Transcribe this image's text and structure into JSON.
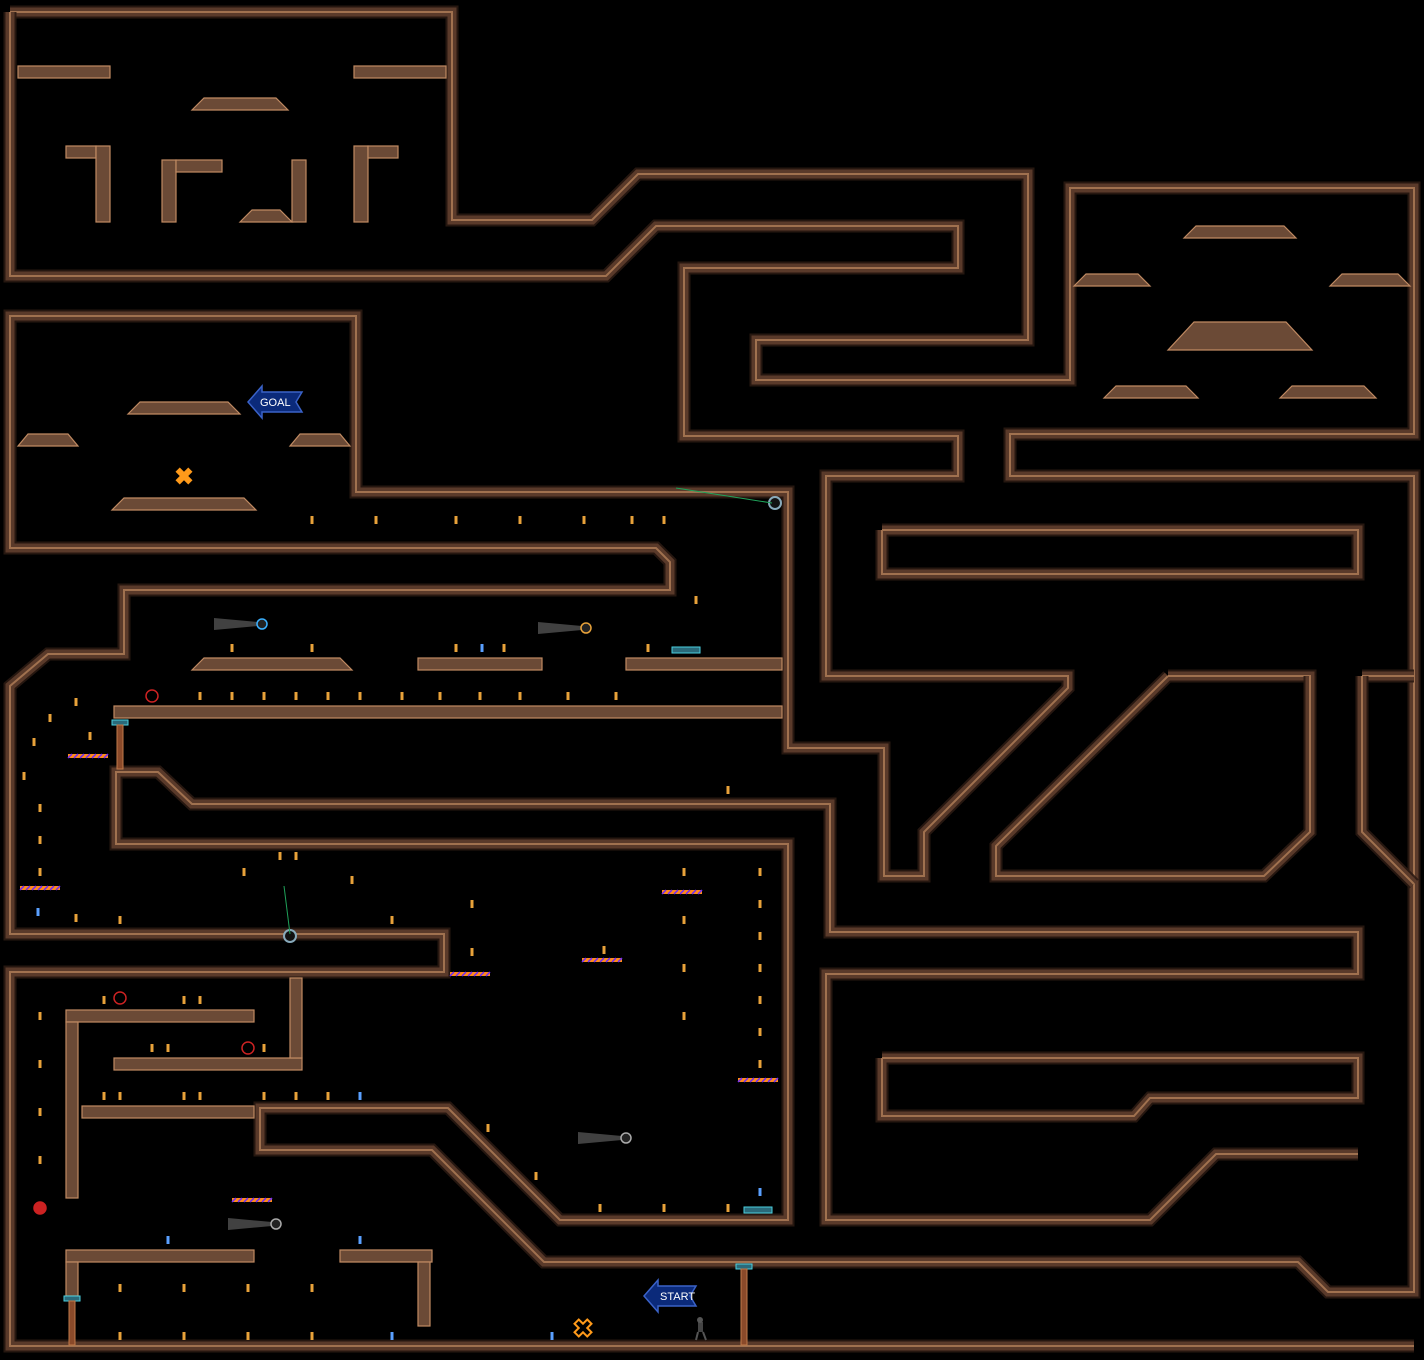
{
  "labels": {
    "goal": "GOAL",
    "start": "START"
  },
  "colors": {
    "background": "#000000",
    "wall": "#a0714f",
    "marker": "#ff9a1a",
    "arrow": "#0b2a7a",
    "mine": "#cc2222"
  },
  "icons": {
    "goal_marker": "orange-x-marker",
    "start_marker": "orange-x-outline-marker",
    "gold": "gold-piece-icon",
    "mine": "mine-icon",
    "turret": "gauss-turret-icon",
    "drone": "zap-drone-icon",
    "launchpad": "launchpad-icon",
    "door": "locked-door-icon",
    "player": "ninja-player-icon"
  }
}
